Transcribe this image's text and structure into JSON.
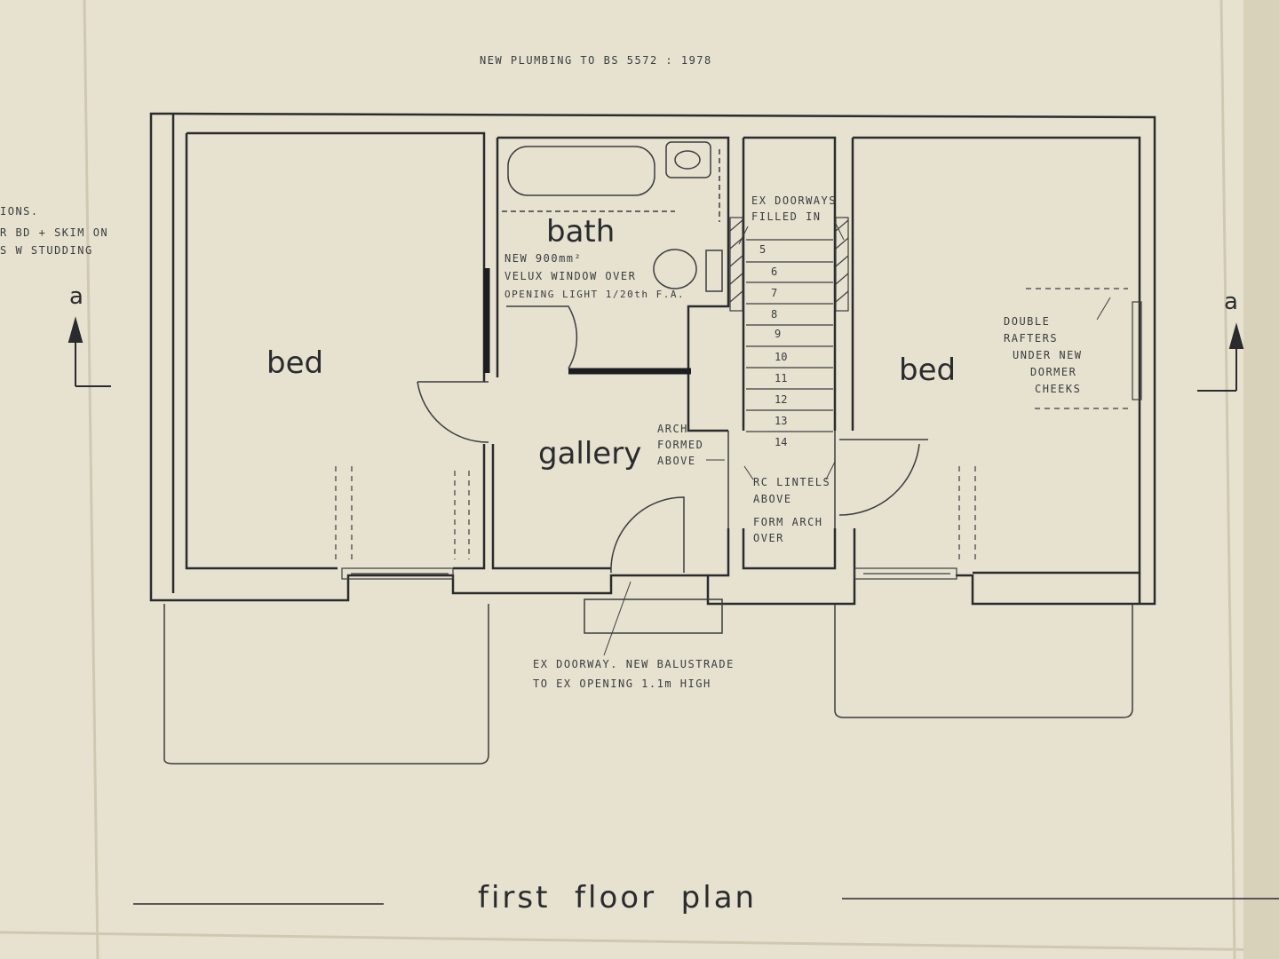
{
  "header_note": "NEW PLUMBING TO BS 5572 : 1978",
  "rooms": {
    "bed_left": "bed",
    "bath": "bath",
    "gallery": "gallery",
    "bed_right": "bed"
  },
  "left_notes": [
    "IONS.",
    "R BD + SKIM ON",
    "S W STUDDING"
  ],
  "section_markers": [
    "a",
    "a"
  ],
  "annotations": {
    "velux": [
      "NEW 900mm²",
      "VELUX WINDOW OVER",
      "OPENING LIGHT 1/20th F.A."
    ],
    "doorways_filled": [
      "EX DOORWAYS",
      "FILLED IN"
    ],
    "arch_formed": [
      "ARCH",
      "FORMED",
      "ABOVE"
    ],
    "rc_lintels": [
      "RC LINTELS",
      "ABOVE"
    ],
    "form_arch": [
      "FORM ARCH",
      "OVER"
    ],
    "double_rafters": [
      "DOUBLE",
      "RAFTERS",
      "UNDER NEW",
      "DORMER",
      "CHEEKS"
    ],
    "balustrade": [
      "EX DOORWAY. NEW BALUSTRADE",
      "TO EX OPENING 1.1m HIGH"
    ]
  },
  "stair_numbers": [
    "5",
    "6",
    "7",
    "8",
    "9",
    "10",
    "11",
    "12",
    "13",
    "14"
  ],
  "title": "first  floor  plan",
  "colors": {
    "paper": "#e6e2cf",
    "ink": "#2a2b2e",
    "fold": "#cfc9b2"
  }
}
